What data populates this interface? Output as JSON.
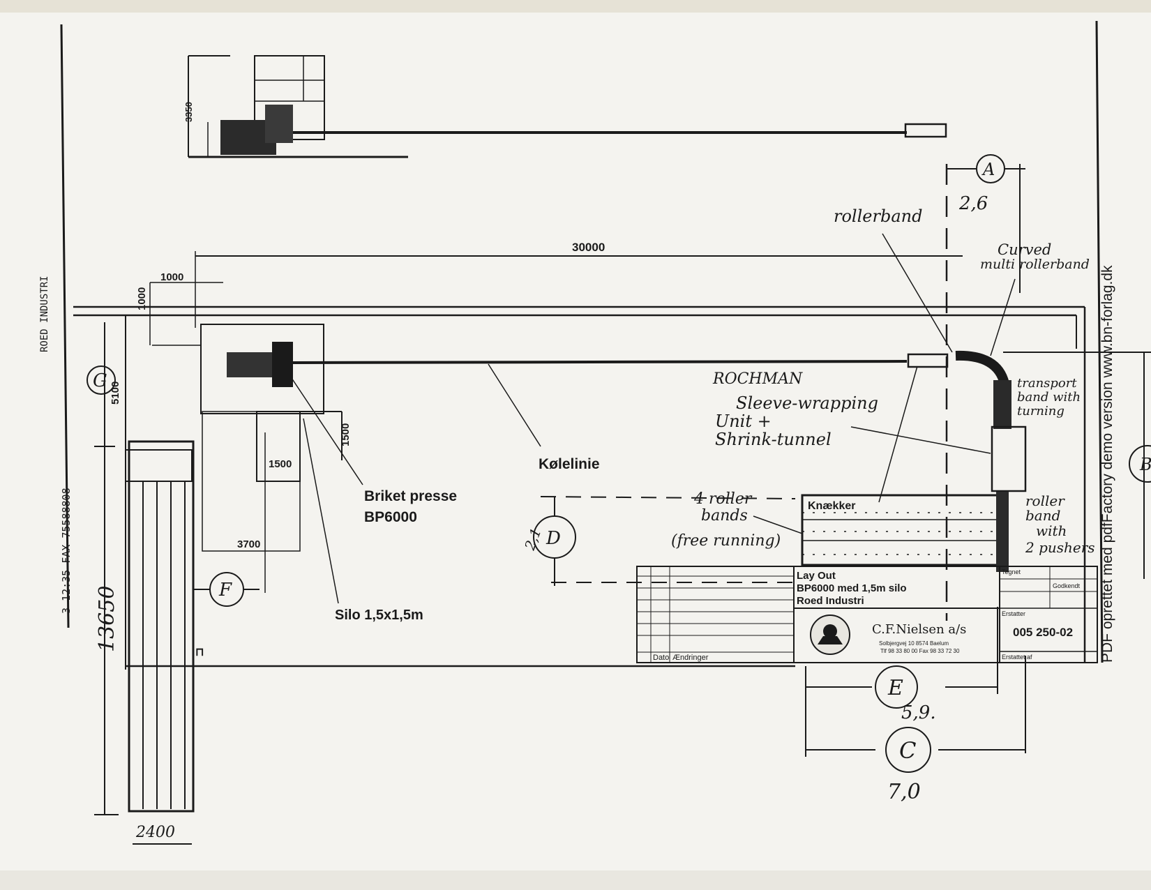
{
  "margin": {
    "fax_header": "3 12:35 FAX 75588808",
    "company_side": "ROED INDUSTRI",
    "watermark": "PDF oprettet med pdfFactory demo version www.bn-forlag.dk"
  },
  "dimensions": {
    "d3350": "3350",
    "d30000": "30000",
    "d1000_h": "1000",
    "d1000_v": "1000",
    "d5100": "5100",
    "d1500_v": "1500",
    "d1500_h": "1500",
    "d3700": "3700",
    "d13650": "13650",
    "d2400": "2400",
    "a_val": "2,6",
    "e_val": "5,9.",
    "c_val": "7,0",
    "d_val": "2,1"
  },
  "circles": {
    "a": "A",
    "b": "B",
    "c": "C",
    "d": "D",
    "e": "E",
    "f": "F",
    "g": "G"
  },
  "labels": {
    "rollerband": "rollerband",
    "curved_1": "Curved",
    "curved_2": "multi rollerband",
    "rochman": "ROCHMAN",
    "sleeve": "Sleeve-wrapping",
    "unit": "Unit +",
    "shrink": "Shrink-tunnel",
    "transport_1": "transport",
    "transport_2": "band with",
    "transport_3": "turning",
    "kolelinie": "Kølelinie",
    "briket_1": "Briket presse",
    "briket_2": "BP6000",
    "silo": "Silo 1,5x1,5m",
    "four_roller_1": "4 roller",
    "four_roller_2": "bands",
    "free_running": "(free running)",
    "roller_pushers_1": "roller",
    "roller_pushers_2": "band",
    "roller_pushers_3": "with",
    "roller_pushers_4": "2 pushers",
    "knaekker": "Knækker"
  },
  "title_block": {
    "line1": "Lay Out",
    "line2": "BP6000 med 1,5m silo",
    "line3": "Roed Industri",
    "company": "C.F.Nielsen a/s",
    "address": "Solbjergvej 10  8574 Baelum",
    "phone": "Tlf 98 33 80 00   Fax 98 33 72 30",
    "drawing_no": "005 250-02",
    "date_label": "Dato",
    "changes_label": "Ændringer",
    "tegnet": "Tegnet",
    "godkendt": "Godkendt",
    "erstatter": "Erstatter",
    "erstattet": "Erstattet af"
  }
}
